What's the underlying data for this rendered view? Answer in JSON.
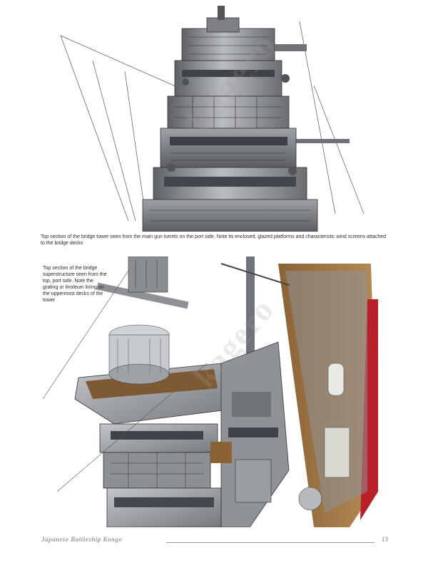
{
  "captions": {
    "top": "Top section of the bridge tower seen from the main gun turrets on the port side. Note its enclosed, glazed platforms and characteristic wind screens attached to the bridge decks",
    "bottom": "Top section of the bridge superstructure seen from the top, port side. Note the grating or linoleum lining on the uppermost decks of the tower"
  },
  "watermark": "kagero",
  "footer": {
    "title": "Japanese Battleship Kongo",
    "page_number": "13"
  },
  "colors": {
    "hull_grey": "#8a8d92",
    "deck_wood": "#9a6f3f",
    "boot_red": "#b8202a",
    "caption_text": "#2a2a2a",
    "footer_text": "#9a9a9a"
  }
}
